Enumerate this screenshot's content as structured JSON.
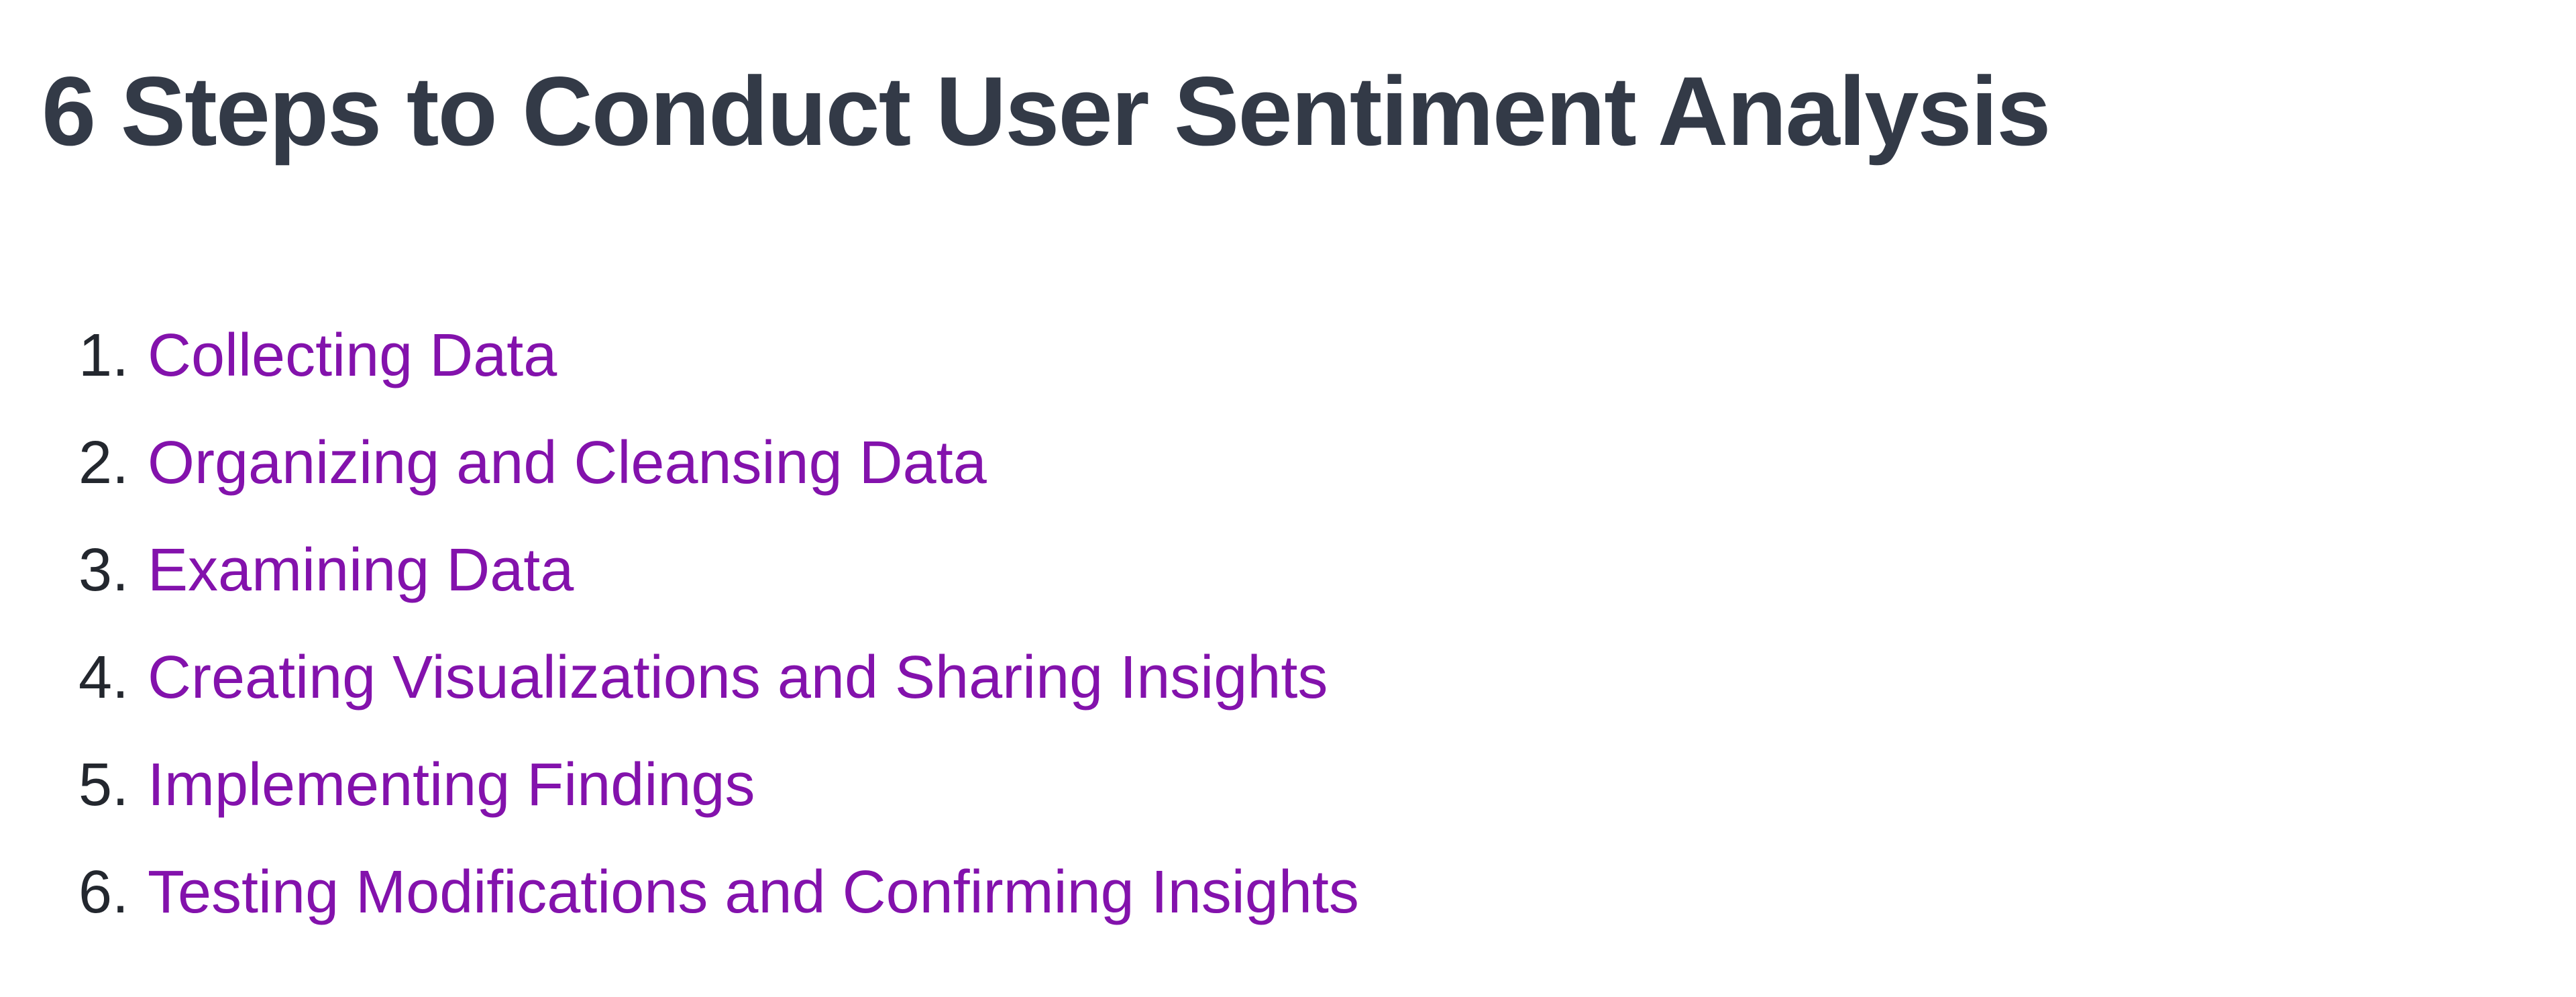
{
  "page": {
    "background": "#ffffff"
  },
  "heading": {
    "text": "6 Steps to Conduct User Sentiment Analysis"
  },
  "toc": {
    "items": [
      {
        "number": "1.",
        "label": "Collecting Data"
      },
      {
        "number": "2.",
        "label": "Organizing and Cleansing Data"
      },
      {
        "number": "3.",
        "label": "Examining Data"
      },
      {
        "number": "4.",
        "label": "Creating Visualizations and Sharing Insights"
      },
      {
        "number": "5.",
        "label": "Implementing Findings"
      },
      {
        "number": "6.",
        "label": "Testing Modifications and Confirming Insights"
      }
    ]
  },
  "colors": {
    "heading_text": "#333a47",
    "list_number": "#23272e",
    "link_purple": "#8312ac",
    "background": "#ffffff"
  }
}
